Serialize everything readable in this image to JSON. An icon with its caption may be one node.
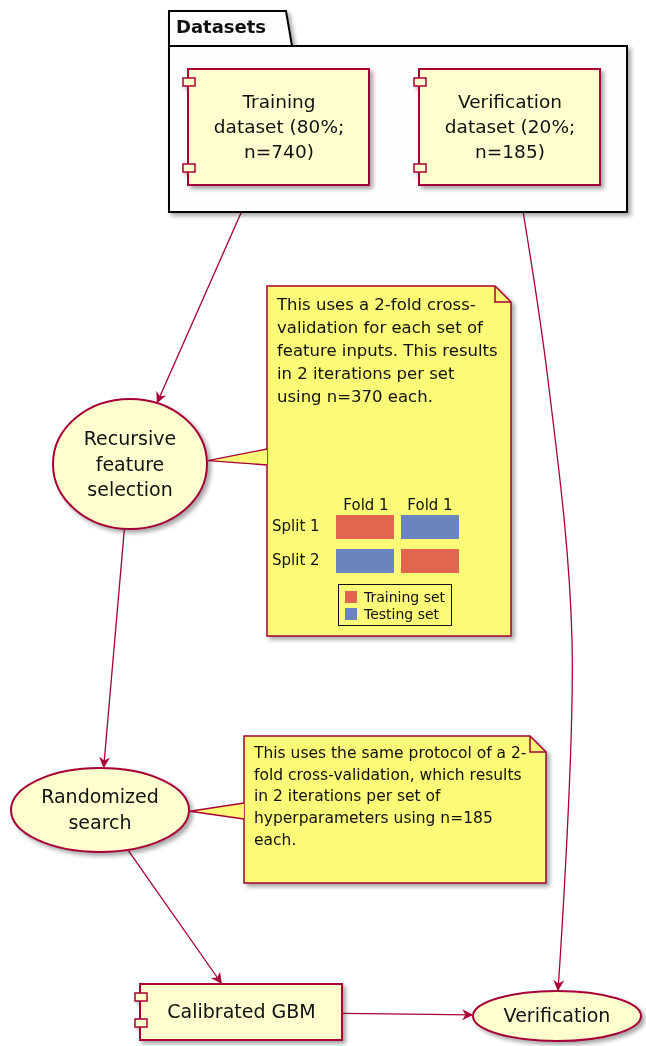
{
  "diagram": {
    "nodes": [
      {
        "text": [
          "Datasets"
        ]
      },
      {
        "text": [
          "Training dataset (80%; n=740)"
        ],
        "in": 0
      },
      {
        "text": [
          "Verification dataset (20%; n=185)"
        ],
        "in": 0
      },
      {
        "text": [
          "Recursive feature selection"
        ]
      },
      {
        "text": [
          "This uses a 2-fold cross-validation for each set of feature inputs. This results in 2 iterations per set using n=370 each."
        ]
      },
      {
        "text": [
          "Randomized search"
        ]
      },
      {
        "text": [
          "This uses the same protocol of a 2-fold cross-validation, which results in 2 iterations per set of hyperparameters using n=185 each."
        ]
      },
      {
        "text": [
          "Calibrated GBM"
        ]
      },
      {
        "text": [
          "Verification"
        ]
      }
    ],
    "edges": [
      {
        "from": 1,
        "to": 3,
        "arrow": "to"
      },
      {
        "from": 2,
        "to": 8,
        "arrow": "to"
      },
      {
        "from": 4,
        "to": 3,
        "arrow": "none"
      },
      {
        "from": 3,
        "to": 5,
        "arrow": "to"
      },
      {
        "from": 6,
        "to": 5,
        "arrow": "none"
      },
      {
        "from": 5,
        "to": 7,
        "arrow": "to"
      },
      {
        "from": 7,
        "to": 8,
        "arrow": "to"
      }
    ],
    "labels": [
      "Fold 1",
      "Fold 1",
      "Split 1",
      "Split 2"
    ],
    "legend": [
      {
        "text": "Training set",
        "color": "#e06650"
      },
      {
        "text": "Testing set",
        "color": "#6b84c0"
      }
    ]
  }
}
